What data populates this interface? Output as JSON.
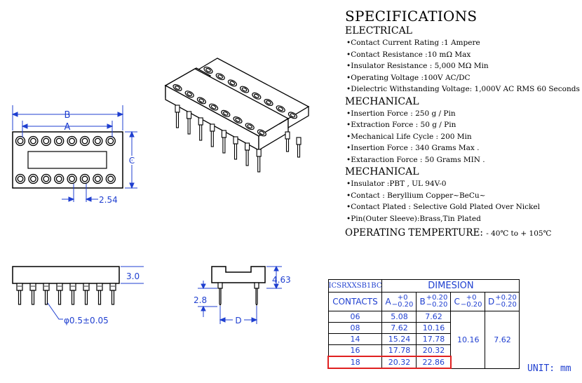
{
  "spec": {
    "title": "SPECIFICATIONS",
    "sections": [
      {
        "heading": "ELECTRICAL",
        "items": [
          "Contact Current Rating :1 Ampere",
          "Contact Resistance :10 mΩ Max",
          "Insulator Resistance : 5,000 MΩ Min",
          "Operating Voltage :100V AC/DC",
          "Dielectric Withstanding Voltage: 1,000V AC RMS 60 Seconds"
        ]
      },
      {
        "heading": "MECHANICAL",
        "items": [
          "Insertion Force : 250 g / Pin",
          "Extraction Force : 50 g / Pin",
          "Mechanical Life Cycle : 200 Min",
          "Insertion Force : 340 Grams Max .",
          "Extaraction Force : 50 Grams MIN ."
        ]
      },
      {
        "heading": "MECHANICAL",
        "items": [
          "Insulator :PBT , UL 94V-0",
          "Contact : Beryllium Copper~BeCu~",
          "Contact Plated : Selective Gold Plated Over Nickel",
          "Pin(Outer Sleeve):Brass,Tin Plated"
        ]
      }
    ],
    "operating_label": "OPERATING TEMPERTURE:",
    "operating_value": "- 40℃ to + 105℃"
  },
  "dims": {
    "b": "B",
    "a": "A",
    "c": "C",
    "pitch": "2.54",
    "height": "3.0",
    "pin_dia": "φ0.5±0.05",
    "h463": "4.63",
    "h28": "2.8",
    "d": "D"
  },
  "table": {
    "model": "ICSRXXSB1BC",
    "title": "DIMESION",
    "contacts_label": "CONTACTS",
    "cols": [
      {
        "letter": "A",
        "tol_top": "+0",
        "tol_bot": "−0.20"
      },
      {
        "letter": "B",
        "tol_top": "+0.20",
        "tol_bot": "−0.20"
      },
      {
        "letter": "C",
        "tol_top": "+0",
        "tol_bot": "−0.20"
      },
      {
        "letter": "D",
        "tol_top": "+0.20",
        "tol_bot": "−0.20"
      }
    ],
    "rows": [
      {
        "contacts": "06",
        "a": "5.08",
        "b": "7.62"
      },
      {
        "contacts": "08",
        "a": "7.62",
        "b": "10.16"
      },
      {
        "contacts": "14",
        "a": "15.24",
        "b": "17.78"
      },
      {
        "contacts": "16",
        "a": "17.78",
        "b": "20.32"
      },
      {
        "contacts": "18",
        "a": "20.32",
        "b": "22.86"
      }
    ],
    "c_value": "10.16",
    "d_value": "7.62",
    "highlight_color": "#e02020"
  },
  "unit": "UNIT: mm",
  "colors": {
    "dimension": "#1f3fd0",
    "line": "#000000"
  }
}
